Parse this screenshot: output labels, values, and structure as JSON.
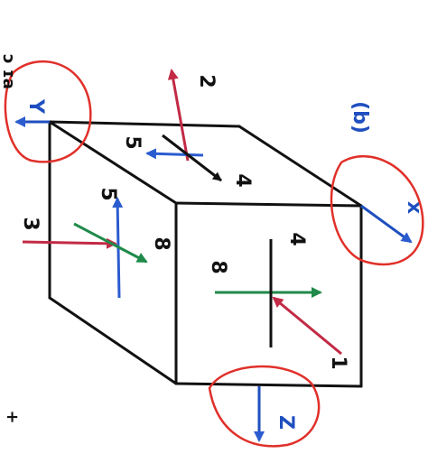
{
  "figure": {
    "part_label": "(b)",
    "top_left_fragment": "ɔ ɪa",
    "bottom_left_fragment": "+"
  },
  "axes": {
    "x": {
      "label": "x",
      "color": "#1f4fbf"
    },
    "y": {
      "label": "Y",
      "color": "#1f4fbf"
    },
    "z": {
      "label": "Z",
      "color": "#1f4fbf"
    }
  },
  "faces": {
    "top": {
      "force_labels": [
        "2",
        "5",
        "4"
      ],
      "colors": {
        "red": "#c22a45",
        "blue": "#2b5ccf",
        "black": "#111111"
      }
    },
    "left": {
      "force_labels": [
        "3",
        "5",
        "8"
      ],
      "colors": {
        "red": "#c22a45",
        "green": "#1f8a4a",
        "blue": "#2b5ccf"
      }
    },
    "front": {
      "force_labels": [
        "8",
        "4",
        "1"
      ],
      "colors": {
        "green": "#1f8a4a",
        "black": "#111111",
        "red": "#c22a45"
      }
    }
  },
  "circles": {
    "color": "#e0302a"
  }
}
